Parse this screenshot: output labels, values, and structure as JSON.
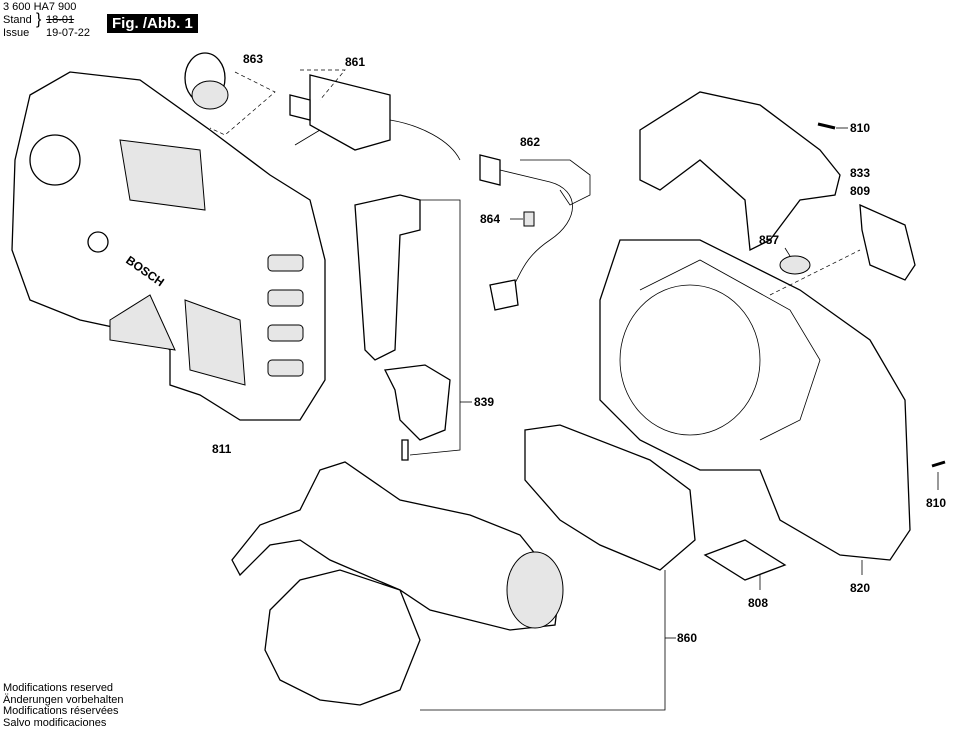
{
  "header": {
    "doc_number": "3 600 HA7 900",
    "stand_label": "Stand",
    "issue_label": "Issue",
    "old_date": "18-01",
    "issue_date": "19-07-22",
    "figure_label": "Fig. /Abb. 1"
  },
  "footer": {
    "lines": [
      "Modifications reserved",
      "Änderungen vorbehalten",
      "Modifications réservées",
      "Salvo modificaciones"
    ]
  },
  "parts": {
    "p863": "863",
    "p861": "861",
    "p862": "862",
    "p864": "864",
    "p839": "839",
    "p811": "811",
    "p810a": "810",
    "p833": "833",
    "p809": "809",
    "p857": "857",
    "p810b": "810",
    "p820": "820",
    "p808": "808",
    "p860": "860"
  },
  "housing_logo": "BOSCH"
}
